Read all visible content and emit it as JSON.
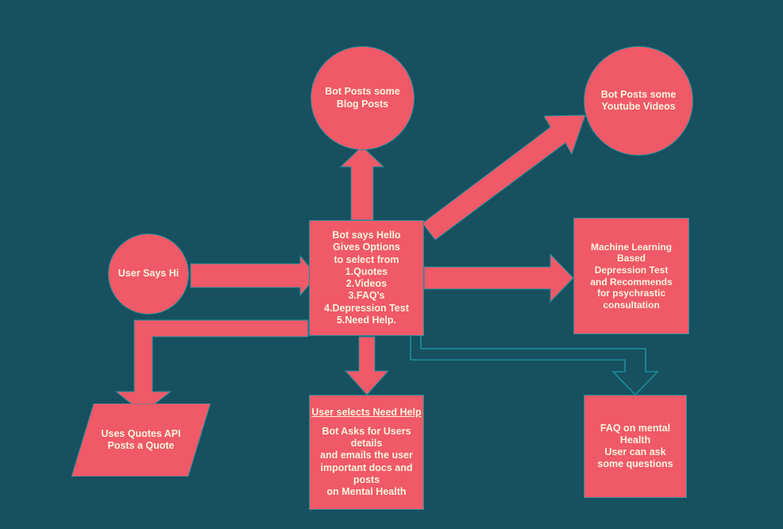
{
  "diagram": {
    "title": "Mental Health Chatbot Flow",
    "colors": {
      "background": "#17505f",
      "node_fill": "#f05967",
      "node_stroke": "#1d8e9c",
      "text": "#fdf3de",
      "solid_arrow": "#f05967",
      "outline_arrow_stroke": "#1d8e9c"
    }
  },
  "nodes": {
    "user_says_hi": {
      "shape": "circle",
      "lines": [
        "User Says Hi"
      ]
    },
    "bot_blog_posts": {
      "shape": "circle",
      "lines": [
        "Bot Posts some",
        "Blog Posts"
      ]
    },
    "bot_youtube_videos": {
      "shape": "circle",
      "lines": [
        "Bot Posts some",
        "Youtube Videos"
      ]
    },
    "bot_says_hello": {
      "shape": "rect",
      "lines": [
        "Bot says Hello",
        "Gives Options",
        "to select from",
        "1.Quotes",
        "2.Videos",
        "3.FAQ's",
        "4.Depression Test",
        "5.Need Help."
      ]
    },
    "ml_depression_test": {
      "shape": "rect",
      "lines": [
        "Machine Learning Based",
        "Depression Test",
        "and Recommends",
        "for psychrastic",
        "consultation"
      ]
    },
    "quotes_api": {
      "shape": "parallelogram",
      "lines": [
        "Uses Quotes API",
        "Posts a Quote"
      ]
    },
    "need_help": {
      "shape": "rect",
      "heading": "User selects Need Help",
      "lines": [
        "Bot Asks for Users",
        "details",
        "and emails the user",
        "important docs and",
        "posts",
        "on Mental Health"
      ]
    },
    "faq_mental_health": {
      "shape": "rect",
      "lines": [
        "FAQ on mental Health",
        "User can ask",
        "some questions"
      ]
    }
  },
  "connectors": [
    {
      "name": "user-to-bot",
      "style": "solid",
      "from": "user_says_hi",
      "to": "bot_says_hello"
    },
    {
      "name": "bot-to-blog",
      "style": "solid",
      "from": "bot_says_hello",
      "to": "bot_blog_posts"
    },
    {
      "name": "bot-to-youtube",
      "style": "solid",
      "from": "bot_says_hello",
      "to": "bot_youtube_videos"
    },
    {
      "name": "bot-to-ml",
      "style": "solid",
      "from": "bot_says_hello",
      "to": "ml_depression_test"
    },
    {
      "name": "bot-to-quotes",
      "style": "solid",
      "from": "bot_says_hello",
      "to": "quotes_api"
    },
    {
      "name": "bot-to-need-help",
      "style": "solid",
      "from": "bot_says_hello",
      "to": "need_help"
    },
    {
      "name": "bot-to-faq",
      "style": "outline",
      "from": "bot_says_hello",
      "to": "faq_mental_health"
    }
  ]
}
